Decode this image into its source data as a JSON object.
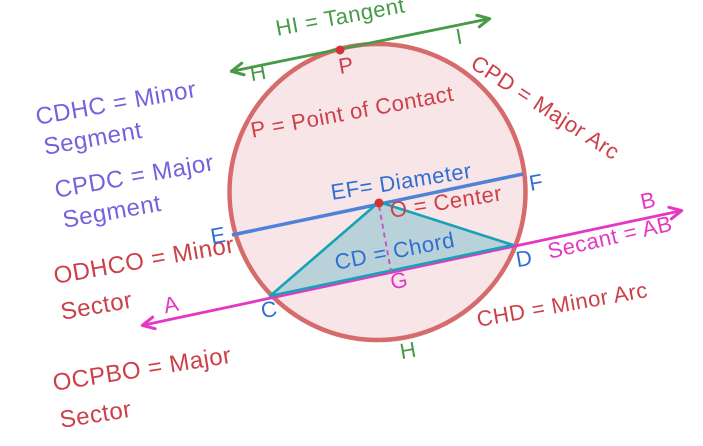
{
  "colors": {
    "circle_fill": "#f8e5e8",
    "circle_stroke": "#d66b6b",
    "green": "#479a47",
    "magenta": "#e438c4",
    "blue": "#2f6fd2",
    "diameter_blue": "#4d82d8",
    "purple": "#7263dd",
    "red": "#cd4049",
    "teal": "#17a3b4",
    "teal_fill": "rgba(23, 163, 180, 0.28)",
    "dashed_purple": "#c557c5",
    "dot_red": "#d13438"
  },
  "labels": {
    "tangent": {
      "title": "HI = Tangent",
      "point_h": "H",
      "point_i": "I"
    },
    "contact": {
      "point_p": "P",
      "caption": "P = Point of Contact"
    },
    "major_arc": {
      "caption": "CPD = Major Arc"
    },
    "minor_arc": {
      "caption": "CHD = Minor Arc",
      "point_h": "H"
    },
    "minor_segment": {
      "line1": "CDHC = Minor",
      "line2": "Segment"
    },
    "major_segment": {
      "line1": "CPDC = Major",
      "line2": "Segment"
    },
    "minor_sector": {
      "line1": "ODHCO = Minor",
      "line2": "Sector"
    },
    "major_sector": {
      "line1": "OCPBO = Major",
      "line2": "Sector"
    },
    "diameter": {
      "caption": "EF= Diameter",
      "point_e": "E",
      "point_f": "F"
    },
    "center": {
      "caption": "O = Center"
    },
    "chord": {
      "caption": "CD = Chord",
      "point_c": "C",
      "point_d": "D",
      "point_g": "G"
    },
    "secant": {
      "caption": "Secant = AB",
      "point_a": "A",
      "point_b": "B"
    }
  }
}
